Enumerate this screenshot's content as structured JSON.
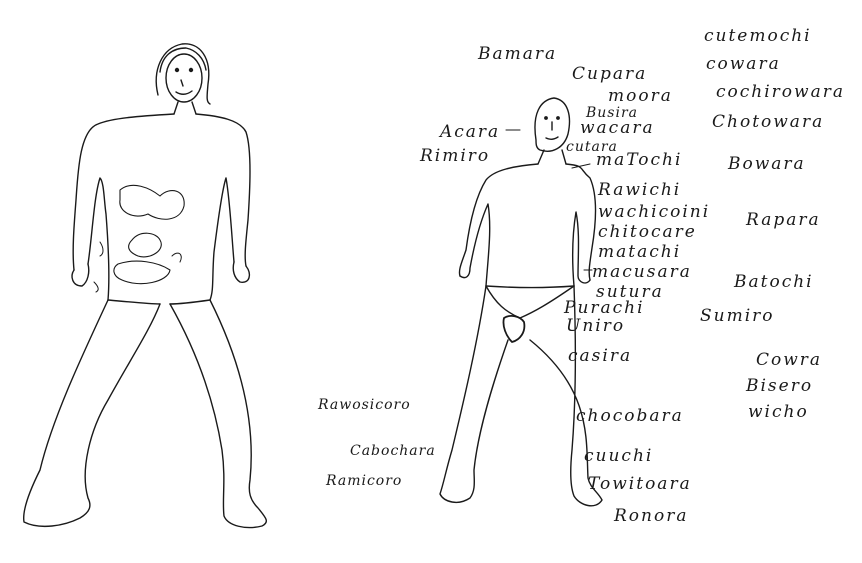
{
  "labels": {
    "bamara": "Bamara",
    "cupara": "Cupara",
    "moora": "moora",
    "busira": "Busira",
    "wacara": "wacara",
    "acara": "Acara",
    "cutara": "cutara",
    "rimiro": "Rimiro",
    "matochi": "maTochi",
    "cutemochi": "cutemochi",
    "cowara": "cowara",
    "cochirowara": "cochirowara",
    "chotowara": "Chotowara",
    "bowara": "Bowara",
    "rawichi": "Rawichi",
    "wachicoini": "wachicoini",
    "chitocare": "chitocare",
    "matachi": "matachi",
    "macusara": "macusara",
    "sutura": "sutura",
    "purachi": "Purachi",
    "uniro": "Uniro",
    "rapara": "Rapara",
    "batochi": "Batochi",
    "sumiro": "Sumiro",
    "casira": "casira",
    "cowra": "Cowra",
    "bisero": "Bisero",
    "wicho": "wicho",
    "chocobara": "chocobara",
    "rawosicoro": "Rawosicoro",
    "cabochara": "Cabochara",
    "ramicoro": "Ramicoro",
    "cuuchi": "cuuchi",
    "towitoara": "Towitoara",
    "ronora": "Ronora"
  }
}
